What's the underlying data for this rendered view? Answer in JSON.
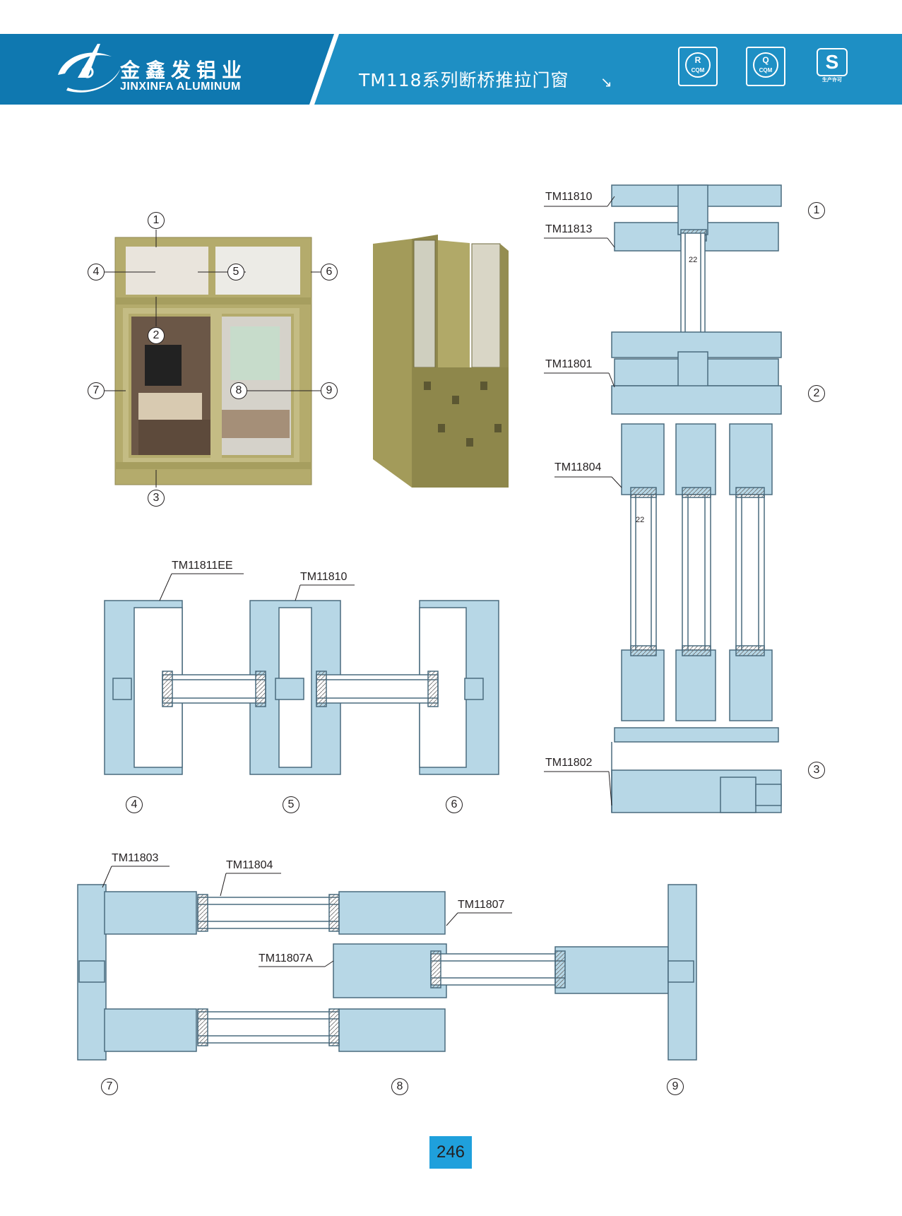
{
  "header": {
    "brand_cn": "金鑫发铝业",
    "brand_en": "JINXINFA ALUMINUM",
    "series_title": "TM118系列断桥推拉门窗",
    "arrow_glyph": "↘",
    "colors": {
      "band": "#1e8fc4",
      "band_dark": "#0e6ea1",
      "profile": "#b7d7e6",
      "window_frame": "#b4ab6c"
    },
    "certifications": [
      {
        "icon": "r-cqm-icon",
        "top": "R",
        "bottom": "CQM"
      },
      {
        "icon": "q-cqm-icon",
        "top": "Q",
        "bottom": "CQM"
      },
      {
        "icon": "qs-icon",
        "top": "S",
        "bottom": "生产许可"
      }
    ]
  },
  "markers": [
    "1",
    "2",
    "3",
    "4",
    "5",
    "6",
    "7",
    "8",
    "9"
  ],
  "profiles": {
    "top_right": [
      "TM11810",
      "TM11813",
      "TM11801",
      "TM11804",
      "TM11802"
    ],
    "middle": [
      "TM11811EE",
      "TM11810"
    ],
    "bottom": [
      "TM11803",
      "TM11804",
      "TM11807",
      "TM11807A"
    ]
  },
  "dimensions": {
    "glass_gap": "22"
  },
  "page_number": "246"
}
